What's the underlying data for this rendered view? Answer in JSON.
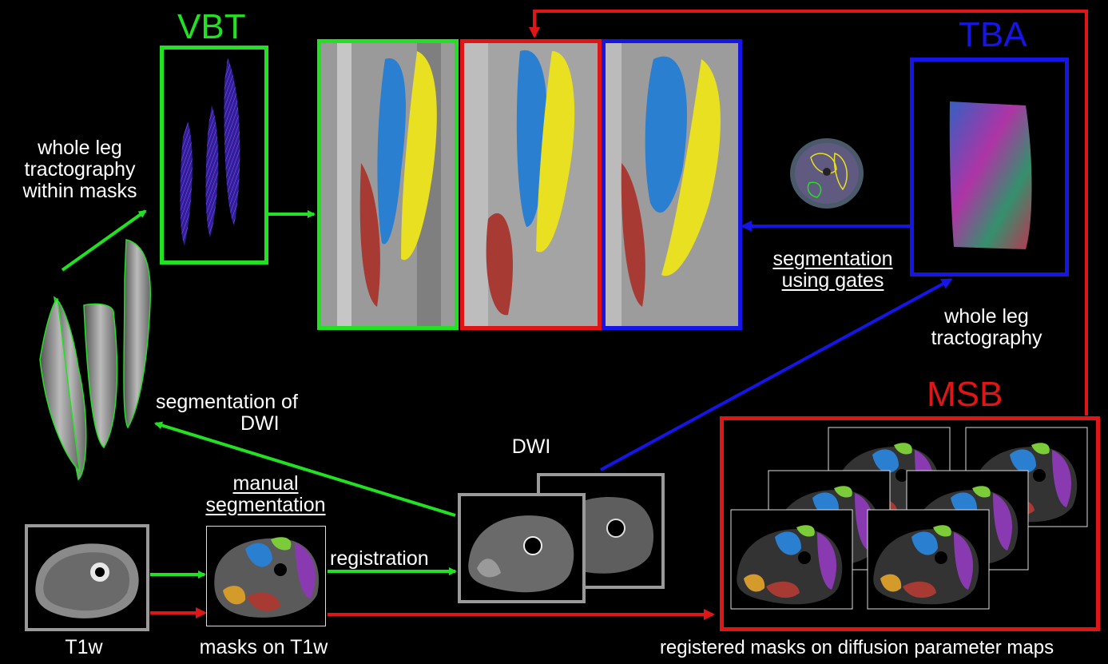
{
  "titles": {
    "vbt": "VBT",
    "tba": "TBA",
    "msb": "MSB"
  },
  "labels": {
    "whole_leg_within_masks": [
      "whole leg",
      "tractography",
      "within masks"
    ],
    "segmentation_of_dwi": [
      "segmentation of",
      "DWI"
    ],
    "manual_segmentation": [
      "manual",
      "segmentation"
    ],
    "registration": "registration",
    "dwi": "DWI",
    "t1w": "T1w",
    "masks_on_t1w": "masks on T1w",
    "registered_masks": "registered masks on diffusion parameter maps",
    "segmentation_using_gates": [
      "segmentation",
      "using gates"
    ],
    "whole_leg_tractography": [
      "whole leg",
      "tractography"
    ]
  },
  "colors": {
    "background": "#000000",
    "green": "#22e022",
    "red": "#e01515",
    "blue": "#1515e6",
    "muscle_blue": "#2a7fd0",
    "muscle_yellow": "#e8e020",
    "muscle_red": "#a83a34",
    "muscle_purple": "#8a3ab0",
    "muscle_orange": "#d49a2a",
    "muscle_green": "#7ccc3a"
  }
}
